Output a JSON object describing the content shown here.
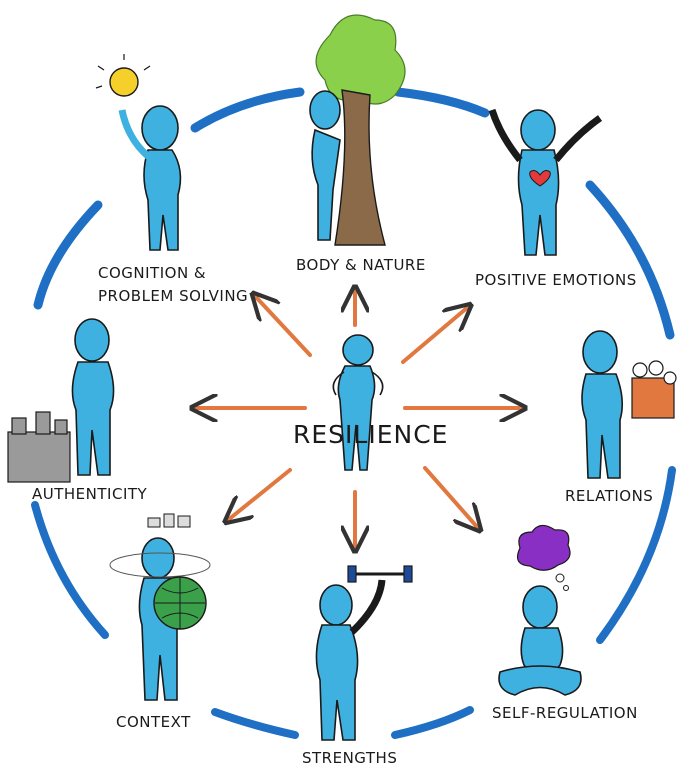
{
  "center": {
    "label": "RESILIENCE"
  },
  "labels": {
    "cognition_line1": "COGNITION &",
    "cognition_line2": "PROBLEM SOLVING",
    "body_nature": "BODY & NATURE",
    "positive_emotions": "POSITIVE EMOTIONS",
    "relations": "RELATIONS",
    "self_regulation": "SELF-REGULATION",
    "strengths": "STRENGTHS",
    "context": "CONTEXT",
    "authenticity": "AUTHENTICITY"
  },
  "colors": {
    "ring": "#1f6fc4",
    "figure": "#3fb1e0",
    "arrow": "#e07840",
    "tree_leaves": "#8bd04a",
    "tree_trunk": "#8b6a4a",
    "bulb": "#f6d02a",
    "heart": "#e23a3a",
    "thought_cloud": "#8a2fc4",
    "globe": "#3aa04a",
    "castle": "#6b6b6b",
    "dumbbell": "#1e4a9a"
  },
  "icons": [
    "lightbulb-icon",
    "tree-icon",
    "heart-icon",
    "family-icon",
    "thought-cloud-icon",
    "dumbbell-icon",
    "globe-icon",
    "castle-icon"
  ]
}
